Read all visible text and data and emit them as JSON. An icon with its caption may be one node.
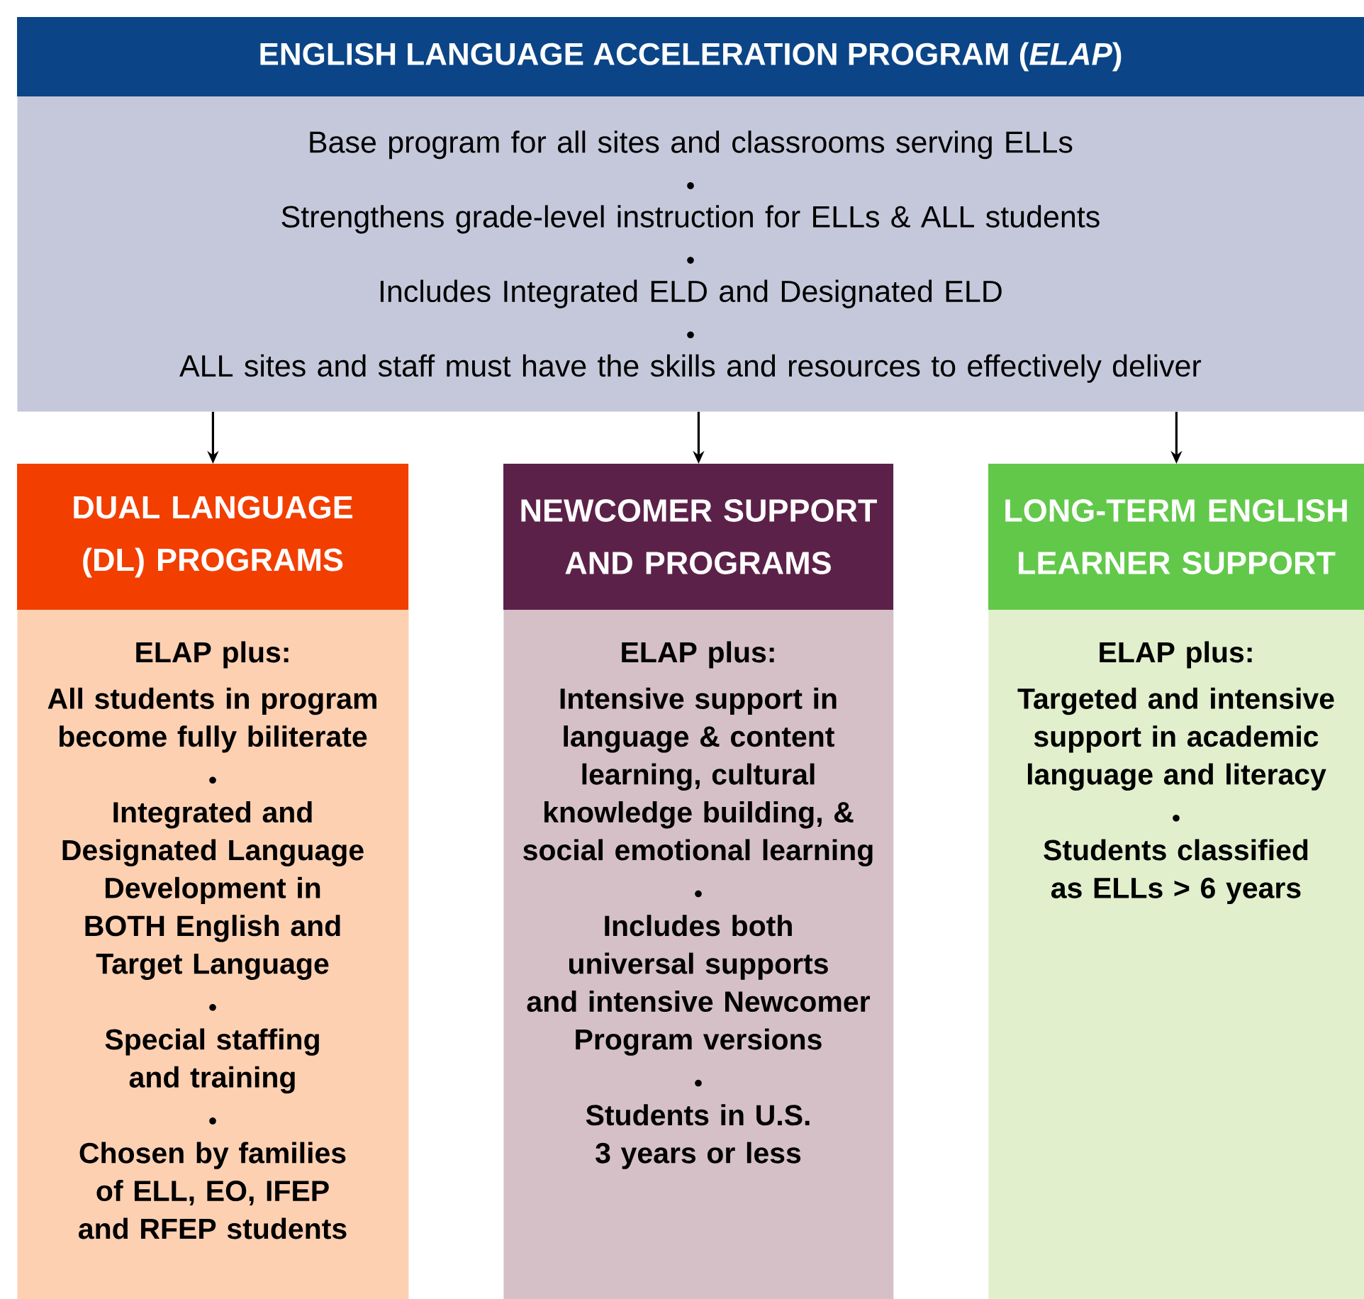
{
  "diagram": {
    "nodes": [
      {
        "text": [
          "ENGLISH LANGUAGE ACCELERATION PROGRAM (*ELAP*)",
          "Base program for all sites and classrooms serving ELLs",
          "Strengthens grade-level instruction for ELLs & ALL students",
          "Includes Integrated ELD and Designated ELD",
          "ALL sites and staff must have the skills and resources to effectively deliver"
        ]
      },
      {
        "text": [
          "DUAL LANGUAGE (DL) PROGRAMS",
          "ELAP plus:",
          "All students in program become fully biliterate",
          "Integrated and Designated Language Development in BOTH English and Target Language",
          "Special staffing and training",
          "Chosen by families of ELL, EO, IFEP and RFEP students"
        ]
      },
      {
        "text": [
          "NEWCOMER SUPPORT AND PROGRAMS",
          "ELAP plus:",
          "Intensive support in language & content learning, cultural knowledge building, & social emotional learning",
          "Includes both universal supports and intensive Newcomer Program versions",
          "Students in U.S. 3 years or less"
        ]
      },
      {
        "text": [
          "LONG-TERM ENGLISH LEARNER SUPPORT",
          "ELAP plus:",
          "Targeted and intensive support in academic language and literacy",
          "Students classified as ELLs > 6 years"
        ]
      }
    ],
    "edges": [
      {
        "from": 0,
        "to": 1,
        "arrow": "to"
      },
      {
        "from": 0,
        "to": 2,
        "arrow": "to"
      },
      {
        "from": 0,
        "to": 3,
        "arrow": "to"
      }
    ]
  }
}
